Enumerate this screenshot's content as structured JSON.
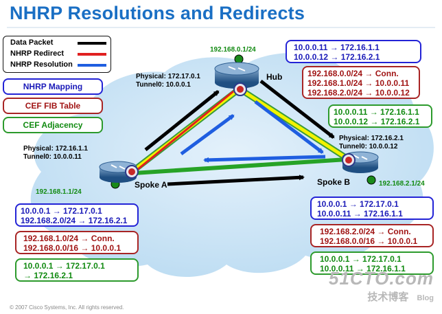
{
  "title": "NHRP Resolutions and Redirects",
  "colors": {
    "blue": "#1a1ab8",
    "red": "#a01414",
    "green": "#118a11",
    "yellow": "#f0f000",
    "cloud": "#cfe6f7"
  },
  "legend": {
    "items": [
      {
        "label": "Data Packet",
        "color": "#000000"
      },
      {
        "label": "NHRP Redirect",
        "color": "#e02020"
      },
      {
        "label": "NHRP Resolution",
        "color": "#1f5ee0"
      }
    ]
  },
  "key": {
    "mapping": "NHRP Mapping",
    "fib": "CEF FIB Table",
    "adjacency": "CEF Adjacency"
  },
  "hub": {
    "name": "Hub",
    "lan": "192.168.0.1/24",
    "physical": "Physical: 172.17.0.1",
    "tunnel": "Tunnel0:     10.0.0.1",
    "mapping": [
      "10.0.0.11          → 172.16.1.1",
      "10.0.0.12          → 172.16.2.1"
    ],
    "fib": [
      "192.168.0.0/24 → Conn.",
      "192.168.1.0/24 → 10.0.0.11",
      "192.168.2.0/24 → 10.0.0.12"
    ],
    "adjacency": [
      "10.0.0.11 → 172.16.1.1",
      "10.0.0.12 → 172.16.2.1"
    ]
  },
  "spoke_a": {
    "name": "Spoke A",
    "lan": "192.168.1.1/24",
    "physical": "Physical:    172.16.1.1",
    "tunnel": "Tunnel0:      10.0.0.11",
    "mapping": [
      "10.0.0.1              → 172.17.0.1",
      "192.168.2.0/24      → 172.16.2.1"
    ],
    "fib": [
      "192.168.1.0/24 → Conn.",
      "192.168.0.0/16 → 10.0.0.1"
    ],
    "adjacency": [
      "10.0.0.1    → 172.17.0.1",
      "                → 172.16.2.1"
    ]
  },
  "spoke_b": {
    "name": "Spoke B",
    "lan": "192.168.2.1/24",
    "physical": "Physical:    172.16.2.1",
    "tunnel": "Tunnel0:    10.0.0.12",
    "mapping": [
      "10.0.0.1          → 172.17.0.1",
      "10.0.0.11        → 172.16.1.1"
    ],
    "fib": [
      "192.168.2.0/24 → Conn.",
      "192.168.0.0/16 → 10.0.0.1"
    ],
    "adjacency": [
      "10.0.0.1    → 172.17.0.1",
      "10.0.0.11 → 172.16.1.1"
    ]
  },
  "footer": "© 2007 Cisco Systems, Inc. All rights reserved.",
  "watermark": {
    "site": "51CTO.com",
    "tag": "技术博客",
    "blog": "Blog"
  }
}
